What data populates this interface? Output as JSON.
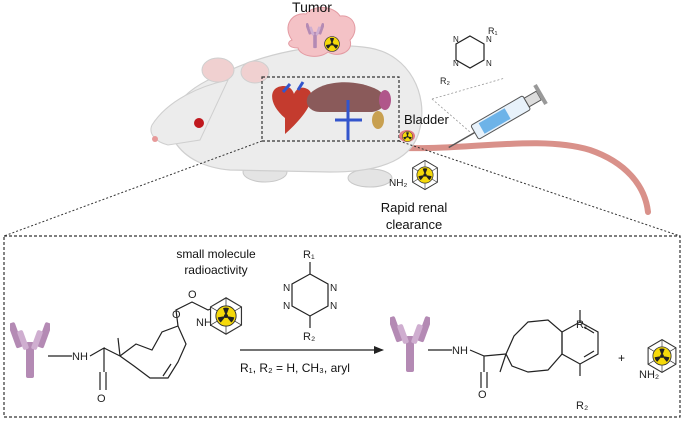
{
  "labels": {
    "tumor": "Tumor",
    "bladder": "Bladder",
    "clearance_line1": "Rapid renal",
    "clearance_line2": "clearance",
    "small_molecule_line1": "small molecule",
    "small_molecule_line2": "radioactivity",
    "conditions": "R₁, R₂ = H, CH₃, aryl"
  },
  "chem": {
    "R1": "R₁",
    "R2": "R₂",
    "N": "N",
    "O": "O",
    "NH": "NH",
    "NH2": "NH₂",
    "plus": "+"
  },
  "icons": [
    "antibody-icon",
    "radioactive-icon",
    "syringe-icon",
    "mouse-illustration",
    "tetrazine-structure",
    "tco-structure",
    "reaction-arrow"
  ],
  "colors": {
    "antibody": "#b48ab4",
    "radioactive_yellow": "#f5d90a",
    "tumor_pink": "#f4c2c6",
    "mouse_body": "#ececec",
    "tail": "#d9918a",
    "dashed_box": "#333333"
  }
}
